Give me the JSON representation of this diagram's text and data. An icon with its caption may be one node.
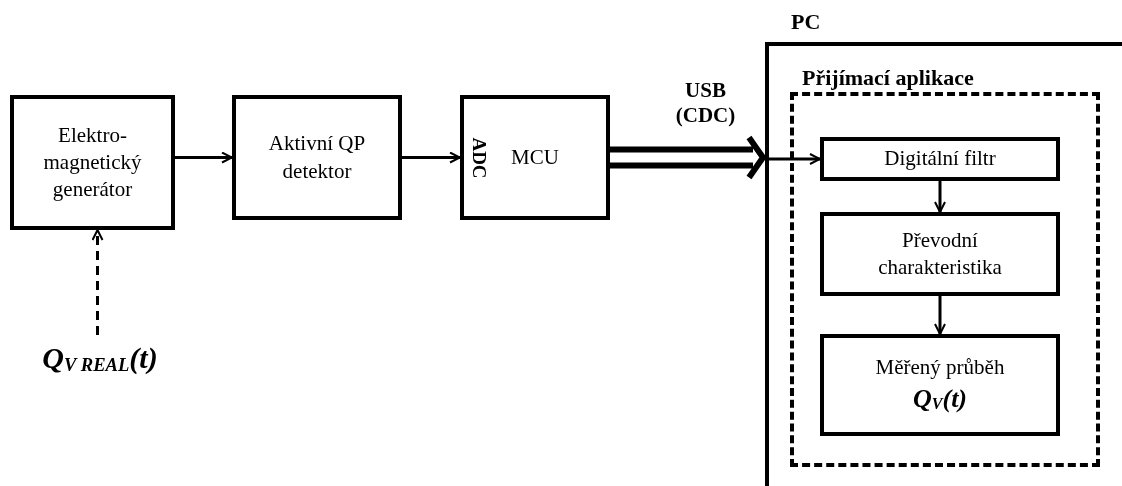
{
  "diagram": {
    "nodes": [
      {
        "text": [
          "Elektro- magnetický generátor"
        ]
      },
      {
        "text": [
          "Aktivní QP detektor"
        ]
      },
      {
        "text": [
          "ADC",
          "MCU"
        ]
      },
      {
        "text": [
          "PC"
        ]
      },
      {
        "text": [
          "Přijímací aplikace"
        ],
        "in": 3
      },
      {
        "text": [
          "Digitální filtr"
        ],
        "in": 4
      },
      {
        "text": [
          "Převodní charakteristika"
        ],
        "in": 4
      },
      {
        "text": [
          "Měřený průběh",
          "Q$_{V}$(t)"
        ],
        "in": 4
      },
      {
        "text": [
          "Q$_{V REAL}$(t)"
        ]
      }
    ],
    "edges": [
      {
        "from": 8,
        "to": 0,
        "arrow": "to",
        "style": "dashed"
      },
      {
        "from": 0,
        "to": 1,
        "arrow": "to"
      },
      {
        "from": 1,
        "to": 2,
        "arrow": "to"
      },
      {
        "from": 2,
        "to": 3,
        "arrow": "to",
        "label": "USB (CDC)",
        "style": "thick"
      },
      {
        "from": 3,
        "to": 5,
        "arrow": "to"
      },
      {
        "from": 5,
        "to": 6,
        "arrow": "to"
      },
      {
        "from": 6,
        "to": 7,
        "arrow": "to"
      }
    ]
  }
}
